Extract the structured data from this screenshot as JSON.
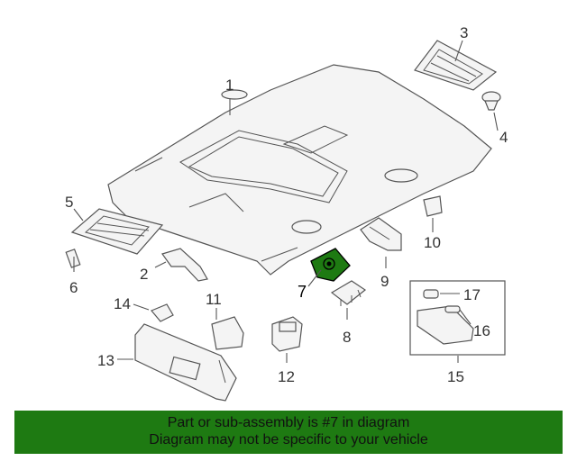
{
  "callouts": {
    "c1": "1",
    "c2": "2",
    "c3": "3",
    "c4": "4",
    "c5": "5",
    "c6": "6",
    "c7": "7",
    "c8": "8",
    "c9": "9",
    "c10": "10",
    "c11": "11",
    "c12": "12",
    "c13": "13",
    "c14": "14",
    "c15": "15",
    "c16": "16",
    "c17": "17"
  },
  "highlight": {
    "part_number": "7",
    "color": "#1e7a12"
  },
  "banner": {
    "line1": "Part or sub-assembly is #7 in diagram",
    "line2": "Diagram may not be specific to your vehicle",
    "color": "#1e7a12"
  }
}
